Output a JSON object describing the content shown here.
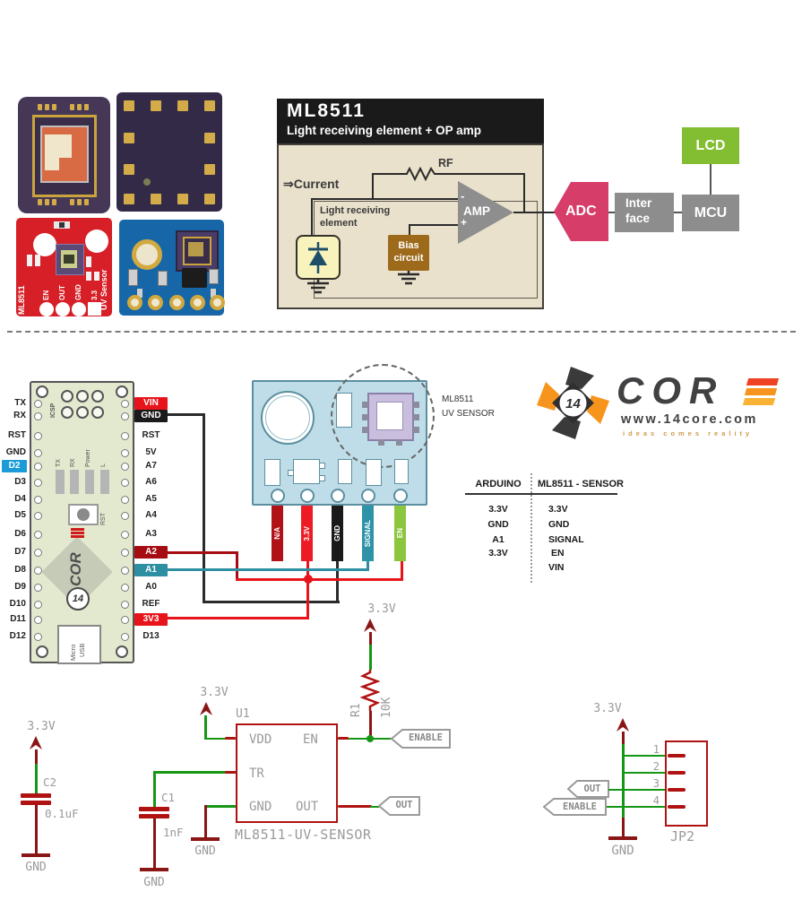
{
  "photos": {
    "red_board": {
      "name": "ML8511",
      "pin_labels": [
        "EN",
        "OUT",
        "GND",
        "3.3"
      ],
      "side_label": "UV Sensor"
    }
  },
  "block_diagram": {
    "title": "ML8511",
    "subtitle": "Light receiving element + OP amp",
    "current": {
      "arrow": "⇒",
      "text": "Current"
    },
    "rf_label": "RF",
    "light_element_line1": "Light receiving",
    "light_element_line2": "element",
    "bias_line1": "Bias",
    "bias_line2": "circuit",
    "amp_label": "AMP",
    "minus": "-",
    "plus": "+",
    "adc_label": "ADC",
    "interface_line1": "Inter",
    "interface_line2": "face",
    "mcu_label": "MCU",
    "lcd_label": "LCD"
  },
  "logo": {
    "brand": "COR",
    "badge": "14",
    "domain": "www.14core.com",
    "tagline": "ideas comes reality"
  },
  "arduino": {
    "left_pins": [
      {
        "label": "TX"
      },
      {
        "label": "RX"
      },
      {
        "label": "RST"
      },
      {
        "label": "GND"
      },
      {
        "label": "D2",
        "hl": "blue"
      },
      {
        "label": "D3"
      },
      {
        "label": "D4"
      },
      {
        "label": "D5"
      },
      {
        "label": "D6"
      },
      {
        "label": "D7"
      },
      {
        "label": "D8"
      },
      {
        "label": "D9"
      },
      {
        "label": "D10"
      },
      {
        "label": "D11"
      },
      {
        "label": "D12"
      }
    ],
    "right_pins": [
      {
        "label": "VIN",
        "hl": "red"
      },
      {
        "label": "GND",
        "hl": "black"
      },
      {
        "label": "RST"
      },
      {
        "label": "5V"
      },
      {
        "label": "A7"
      },
      {
        "label": "A6"
      },
      {
        "label": "A5"
      },
      {
        "label": "A4"
      },
      {
        "label": "A3"
      },
      {
        "label": "A2",
        "hl": "darkred"
      },
      {
        "label": "A1",
        "hl": "teal"
      },
      {
        "label": "A0"
      },
      {
        "label": "REF"
      },
      {
        "label": "3V3",
        "hl": "red"
      },
      {
        "label": "D13"
      }
    ],
    "icsp_label": "ICSP",
    "led_labels": [
      "TX",
      "RX",
      "Power",
      "L"
    ],
    "rst_label": "RST",
    "usb_line1": "Micro",
    "usb_line2": "USB",
    "board_logo": {
      "text": "COR",
      "badge": "14"
    }
  },
  "sensor_board": {
    "callout_line1": "ML8511",
    "callout_line2": "UV SENSOR",
    "pins": [
      {
        "label": "N/A",
        "color": "#b01217"
      },
      {
        "label": "3.3V",
        "color": "#ed1c24"
      },
      {
        "label": "GND",
        "color": "#1a1a1a"
      },
      {
        "label": "SIGNAL",
        "color": "#2e93a8"
      },
      {
        "label": "EN",
        "color": "#8cc63f"
      }
    ]
  },
  "wiring_table": {
    "headers": [
      "ARDUINO",
      "ML8511 - SENSOR"
    ],
    "rows": [
      [
        "3.3V",
        "3.3V"
      ],
      [
        "GND",
        "GND"
      ],
      [
        "A1",
        "SIGNAL"
      ],
      [
        "3.3V",
        "EN"
      ],
      [
        "",
        "VIN"
      ]
    ]
  },
  "schematic": {
    "supply_label": "3.3V",
    "gnd_label": "GND",
    "u1": {
      "ref": "U1",
      "name": "ML8511-UV-SENSOR",
      "pins": {
        "vdd": "VDD",
        "en": "EN",
        "tr": "TR",
        "gnd": "GND",
        "out": "OUT"
      }
    },
    "r1": {
      "ref": "R1",
      "value": "10K"
    },
    "c1": {
      "ref": "C1",
      "value": "1nF"
    },
    "c2": {
      "ref": "C2",
      "value": "0.1uF"
    },
    "jp2": {
      "ref": "JP2",
      "pin_numbers": [
        "1",
        "2",
        "3",
        "4"
      ]
    },
    "flags": {
      "enable": "ENABLE",
      "out": "OUT"
    }
  },
  "colors": {
    "wire_black": "#2b2b2b",
    "wire_red": "#e8141b",
    "wire_darkred": "#a50d12",
    "wire_teal": "#2e8fa3",
    "schem_green": "#159615",
    "schem_component_red": "#b01212",
    "schem_supply_red": "#8a1515",
    "schem_text_gray": "#9a9a9a",
    "adc_pink": "#d63d68",
    "block_gray": "#8d8d8d",
    "lcd_green": "#83bd31",
    "hl_blue": "#1b9cd8",
    "hl_red": "#e8141b",
    "hl_black": "#1a1a1a",
    "hl_darkred": "#a50d12",
    "hl_teal": "#2e8fa3",
    "board_green": "#e3e9cf",
    "sensor_blue": "#bfdde8",
    "bias_brown": "#9c6a1a",
    "diagram_beige": "#e9e1cb"
  }
}
